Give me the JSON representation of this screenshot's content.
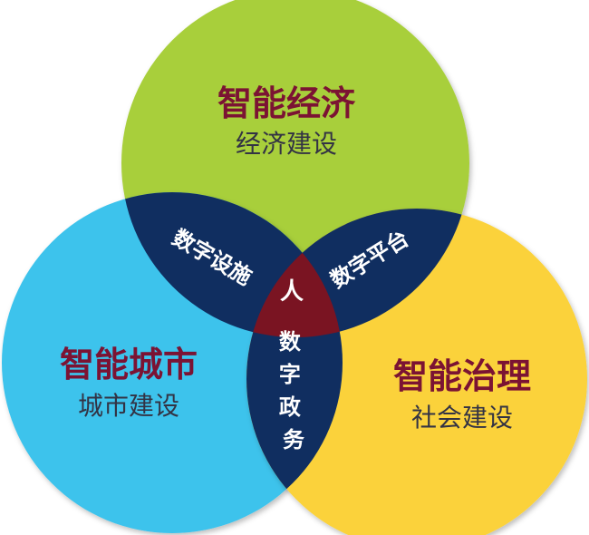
{
  "circles": {
    "economy": {
      "title": "智能经济",
      "subtitle": "经济建设",
      "color": "#a8cf3a"
    },
    "city": {
      "title": "智能城市",
      "subtitle": "城市建设",
      "color": "#3dc3ec"
    },
    "governance": {
      "title": "智能治理",
      "subtitle": "社会建设",
      "color": "#fbd23a"
    }
  },
  "overlaps": {
    "economy_city": {
      "label": "数字设施"
    },
    "economy_governance": {
      "label": "数字平台"
    },
    "city_governance": {
      "label": "数字政务"
    },
    "center": {
      "label": "人"
    }
  },
  "colors": {
    "title_text": "#7b1333",
    "subtitle_text": "#333344",
    "overlap_fill": "#102e60",
    "center_fill": "#7a1422"
  }
}
